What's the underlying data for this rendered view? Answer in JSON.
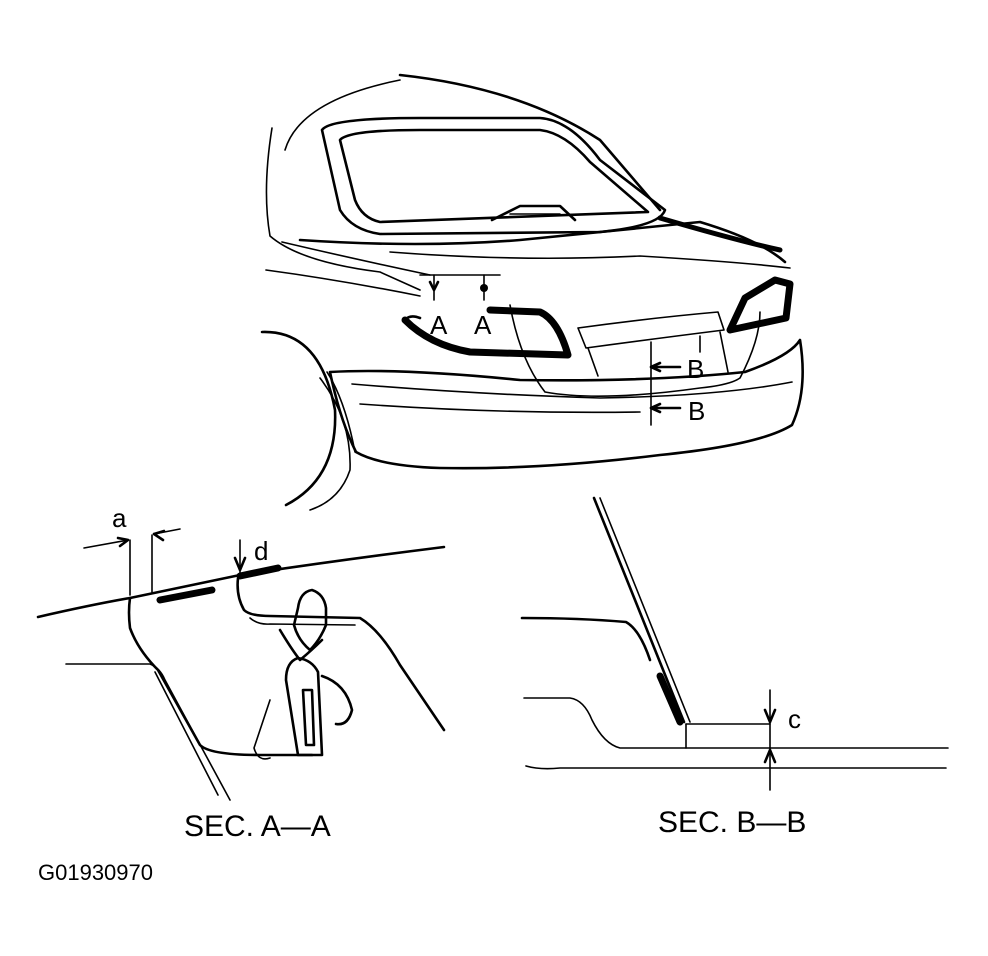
{
  "figure_id": "G01930970",
  "car_view": {
    "markers": {
      "section_a_left": "A",
      "section_a_right": "A",
      "section_b_upper": "B",
      "section_b_lower": "B"
    }
  },
  "section_a": {
    "caption": "SEC. A—A",
    "dimension_a": "a",
    "dimension_d": "d"
  },
  "section_b": {
    "caption": "SEC. B—B",
    "dimension_c": "c"
  }
}
